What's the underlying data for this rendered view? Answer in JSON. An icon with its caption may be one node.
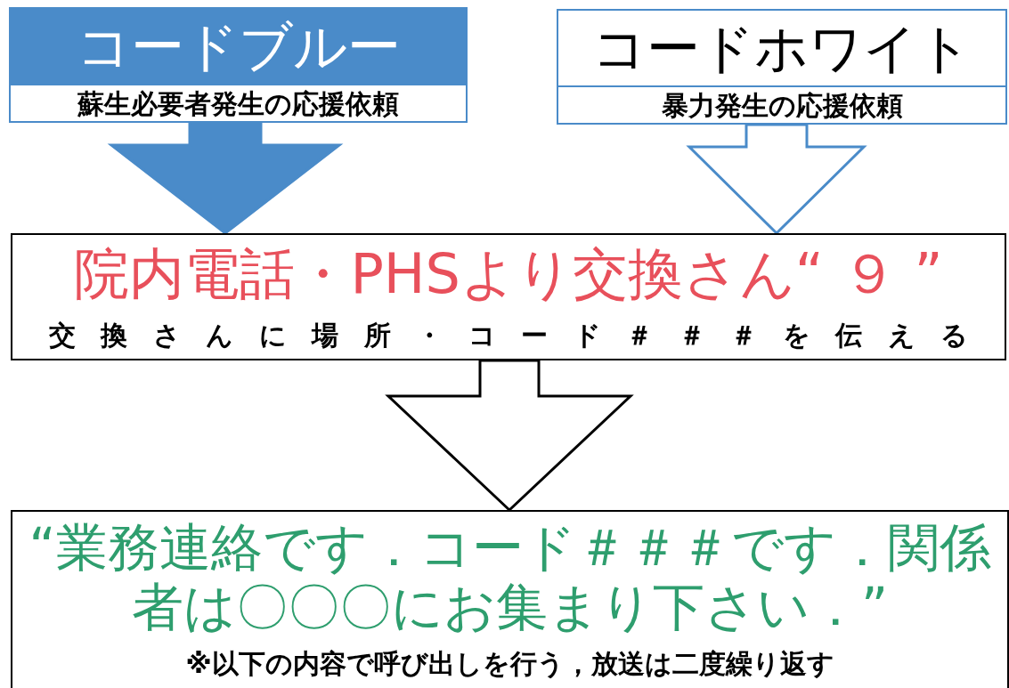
{
  "diagram": {
    "nodes": [
      {
        "text": [
          "コードブルー",
          "蘇生必要者発生の応援依頼"
        ]
      },
      {
        "text": [
          "コードホワイト",
          "暴力発生の応援依頼"
        ]
      },
      {
        "text": [
          "院内電話・PHSより交換さん“ ９ ”",
          "交換さんに場所・コード＃＃＃を伝える"
        ]
      },
      {
        "text": [
          "“業務連絡です．コード＃＃＃です．関係者は〇〇〇にお集まり下さい．”",
          "※以下の内容で呼び出しを行う，放送は二度繰り返す"
        ]
      }
    ],
    "edges": [
      {
        "from": 0,
        "to": 2,
        "arrow": "to",
        "color": "#4a8bc9"
      },
      {
        "from": 1,
        "to": 2,
        "arrow": "to",
        "color": "#4a8bc9"
      },
      {
        "from": 2,
        "to": 3,
        "arrow": "to",
        "color": "#000000"
      }
    ]
  }
}
